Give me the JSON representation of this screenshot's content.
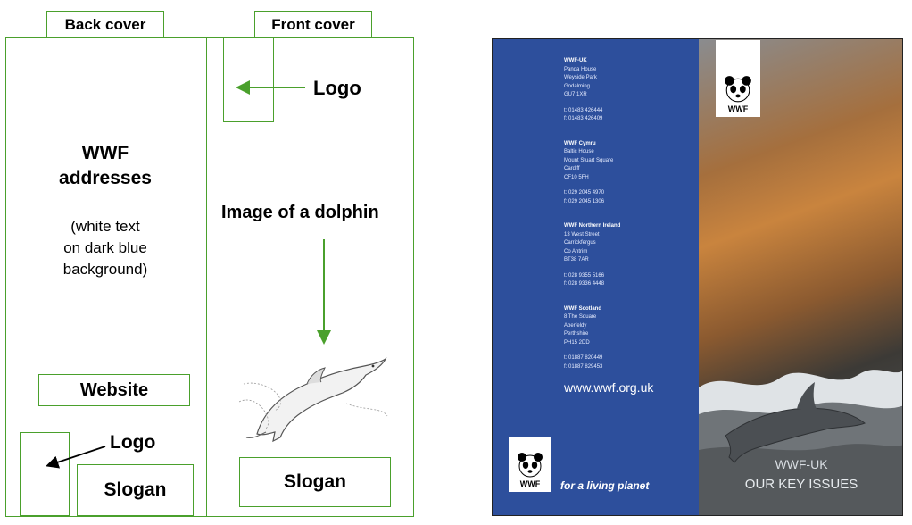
{
  "diagram": {
    "back_cover_tab": "Back cover",
    "front_cover_tab": "Front cover",
    "addresses_heading": "WWF\naddresses",
    "addresses_note": "(white text\non dark blue\nbackground)",
    "website_label": "Website",
    "logo_label_back": "Logo",
    "slogan_label_back": "Slogan",
    "logo_label_front": "Logo",
    "image_label": "Image of a dolphin",
    "slogan_label_front": "Slogan"
  },
  "brochure": {
    "addresses": [
      {
        "name": "WWF-UK",
        "lines": [
          "Panda House",
          "Weyside Park",
          "Godalming",
          "GU7 1XR"
        ],
        "phones": [
          "t: 01483 426444",
          "f: 01483 426409"
        ]
      },
      {
        "name": "WWF Cymru",
        "lines": [
          "Baltic House",
          "Mount Stuart Square",
          "Cardiff",
          "CF10 5FH"
        ],
        "phones": [
          "t: 029 2045 4970",
          "f: 029 2045 1306"
        ]
      },
      {
        "name": "WWF Northern Ireland",
        "lines": [
          "13 West Street",
          "Carrickfergus",
          "Co Antrim",
          "BT38 7AR"
        ],
        "phones": [
          "t: 028 9355 5166",
          "f: 028 9336 4448"
        ]
      },
      {
        "name": "WWF Scotland",
        "lines": [
          "8 The Square",
          "Aberfeldy",
          "Perthshire",
          "PH15 2DD"
        ],
        "phones": [
          "t: 01887 820449",
          "f: 01887 829453"
        ]
      }
    ],
    "website": "www.wwf.org.uk",
    "logo_text": "WWF",
    "slogan": "for a living planet",
    "title_line1": "WWF-UK",
    "title_line2": "OUR KEY ISSUES"
  },
  "colors": {
    "diagram_green": "#4aa02c",
    "brochure_blue": "#2d4f9c"
  }
}
